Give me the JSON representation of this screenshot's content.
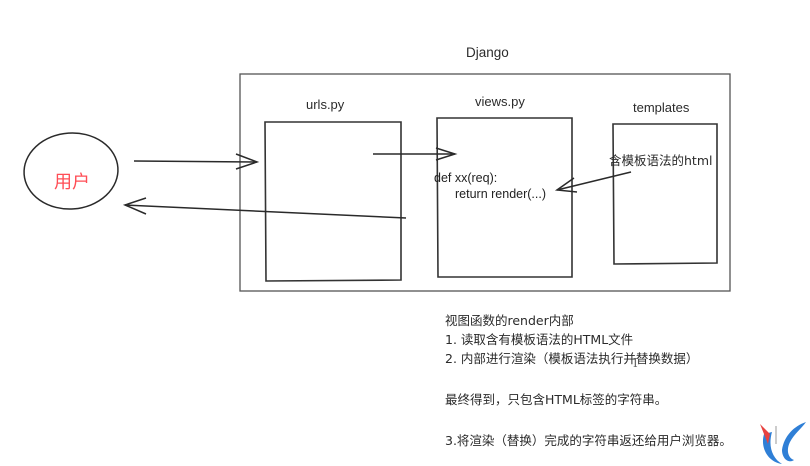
{
  "diagram": {
    "title": "Django",
    "user_node": {
      "label": "用户",
      "color": "#ff4d55"
    },
    "boxes": {
      "urls": {
        "label": "urls.py"
      },
      "views": {
        "label": "views.py",
        "code_line_1": "def xx(req):",
        "code_line_2": "return render(...)"
      },
      "templates": {
        "label": "templates",
        "content": "含模板语法的html"
      }
    },
    "arrows": [
      {
        "from": "user",
        "to": "urls.py"
      },
      {
        "from": "urls.py",
        "to": "views.py"
      },
      {
        "from": "templates",
        "to": "views.py render"
      },
      {
        "from": "urls.py",
        "to": "user"
      }
    ]
  },
  "notes": {
    "heading": "视图函数的render内部",
    "step1": "1. 读取含有模板语法的HTML文件",
    "step2": "2. 内部进行渲染（模板语法执行并替换数据）",
    "result": "最终得到，只包含HTML标签的字符串。",
    "step3": "3.将渲染（替换）完成的字符串返还给用户浏览器。"
  },
  "cursor_glyph": "I",
  "colors": {
    "stroke": "#3a3a3a",
    "logo_blue": "#2f7fd6",
    "logo_red": "#e8423f"
  }
}
